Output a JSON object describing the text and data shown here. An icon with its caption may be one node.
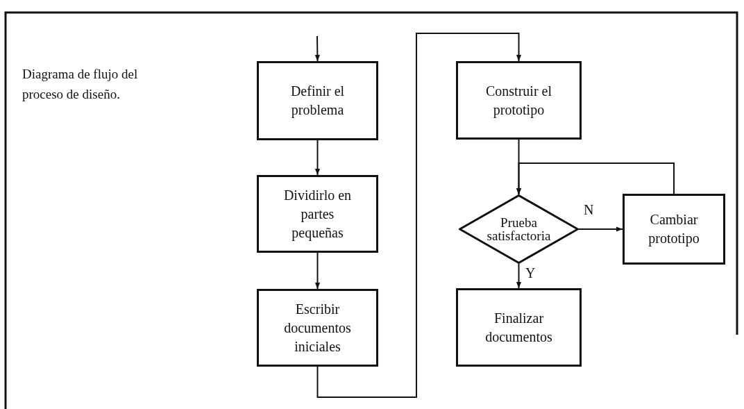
{
  "diagram": {
    "caption": "Diagrama de flujo del proceso de diseño.",
    "nodes": [
      {
        "text": [
          "Definir el problema"
        ]
      },
      {
        "text": [
          "Dividirlo en partes pequeñas"
        ]
      },
      {
        "text": [
          "Escribir documentos iniciales"
        ]
      },
      {
        "text": [
          "Construir el prototipo"
        ]
      },
      {
        "text": [
          "Prueba satisfactoria"
        ]
      },
      {
        "text": [
          "Cambiar prototipo"
        ]
      },
      {
        "text": [
          "Finalizar documentos"
        ]
      }
    ],
    "edges": [
      {
        "from": null,
        "to": 0,
        "arrow": "to"
      },
      {
        "from": 0,
        "to": 1,
        "arrow": "to"
      },
      {
        "from": 1,
        "to": 2,
        "arrow": "to"
      },
      {
        "from": 2,
        "to": 3,
        "arrow": "to"
      },
      {
        "from": 3,
        "to": 4,
        "arrow": "to"
      },
      {
        "from": 4,
        "to": 5,
        "arrow": "to",
        "label": "N"
      },
      {
        "from": 5,
        "to": 4,
        "arrow": "to"
      },
      {
        "from": 4,
        "to": 6,
        "arrow": "to",
        "label": "Y"
      }
    ]
  }
}
